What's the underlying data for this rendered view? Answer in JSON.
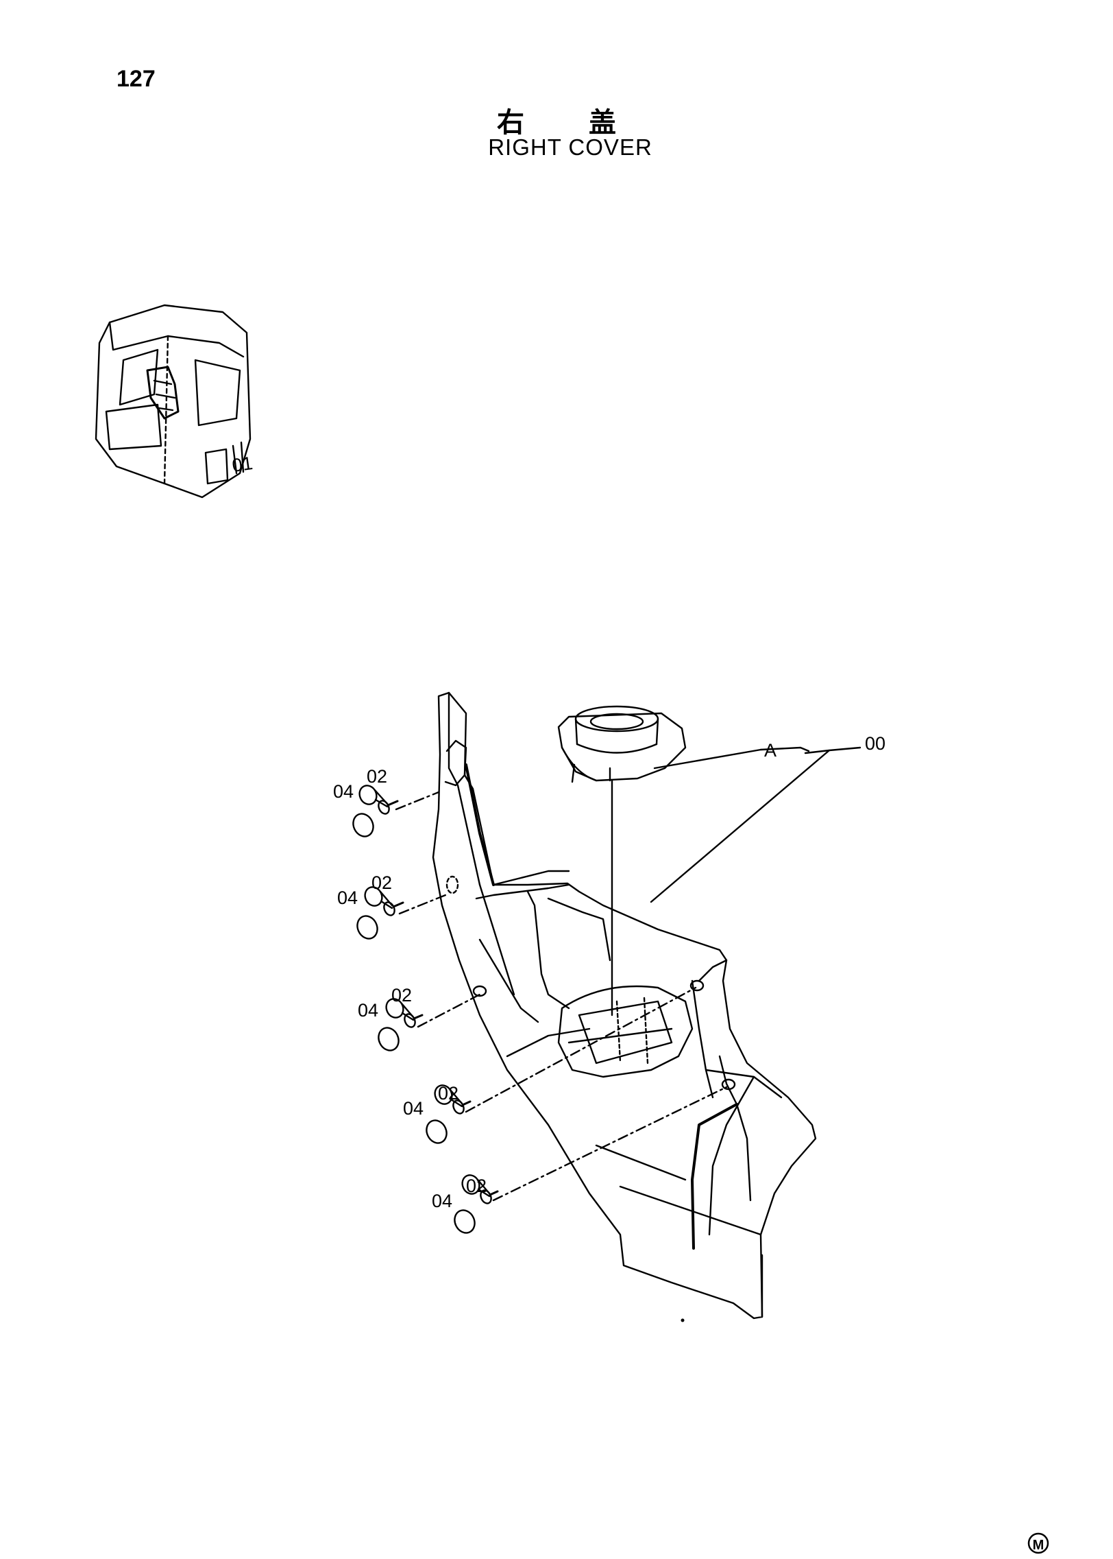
{
  "page": {
    "number": "127",
    "title_cn": "右 盖",
    "title_en": "RIGHT COVER",
    "mark": "M"
  },
  "callouts": {
    "item_00": "00",
    "item_a": "A",
    "item_02": "02",
    "item_04": "04",
    "inset_label": "01"
  },
  "colors": {
    "line": "#000000",
    "paper": "#ffffff"
  },
  "icons": {
    "mark": "circled-m-icon"
  }
}
